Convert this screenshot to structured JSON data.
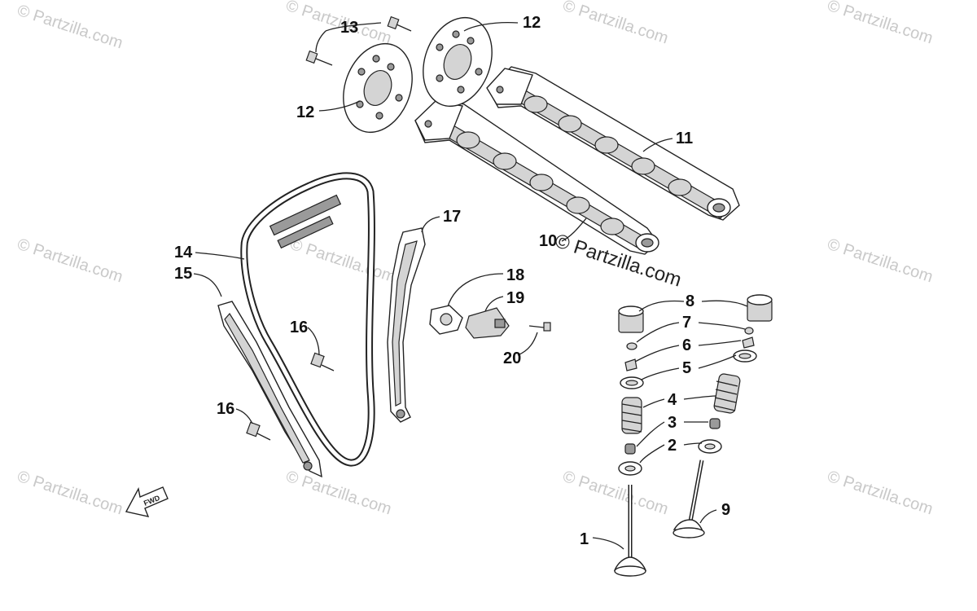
{
  "watermark_text": "© Partzilla.com",
  "central_watermark": "© Partzilla.com",
  "fwd_label": "FWD",
  "callouts": [
    {
      "id": "c1",
      "label": "1"
    },
    {
      "id": "c2",
      "label": "2"
    },
    {
      "id": "c3",
      "label": "3"
    },
    {
      "id": "c4",
      "label": "4"
    },
    {
      "id": "c5",
      "label": "5"
    },
    {
      "id": "c6",
      "label": "6"
    },
    {
      "id": "c7",
      "label": "7"
    },
    {
      "id": "c8",
      "label": "8"
    },
    {
      "id": "c9",
      "label": "9"
    },
    {
      "id": "c10",
      "label": "10"
    },
    {
      "id": "c11",
      "label": "11"
    },
    {
      "id": "c12a",
      "label": "12"
    },
    {
      "id": "c12b",
      "label": "12"
    },
    {
      "id": "c13",
      "label": "13"
    },
    {
      "id": "c14",
      "label": "14"
    },
    {
      "id": "c15",
      "label": "15"
    },
    {
      "id": "c16a",
      "label": "16"
    },
    {
      "id": "c16b",
      "label": "16"
    },
    {
      "id": "c17",
      "label": "17"
    },
    {
      "id": "c18",
      "label": "18"
    },
    {
      "id": "c19",
      "label": "19"
    },
    {
      "id": "c20",
      "label": "20"
    }
  ]
}
